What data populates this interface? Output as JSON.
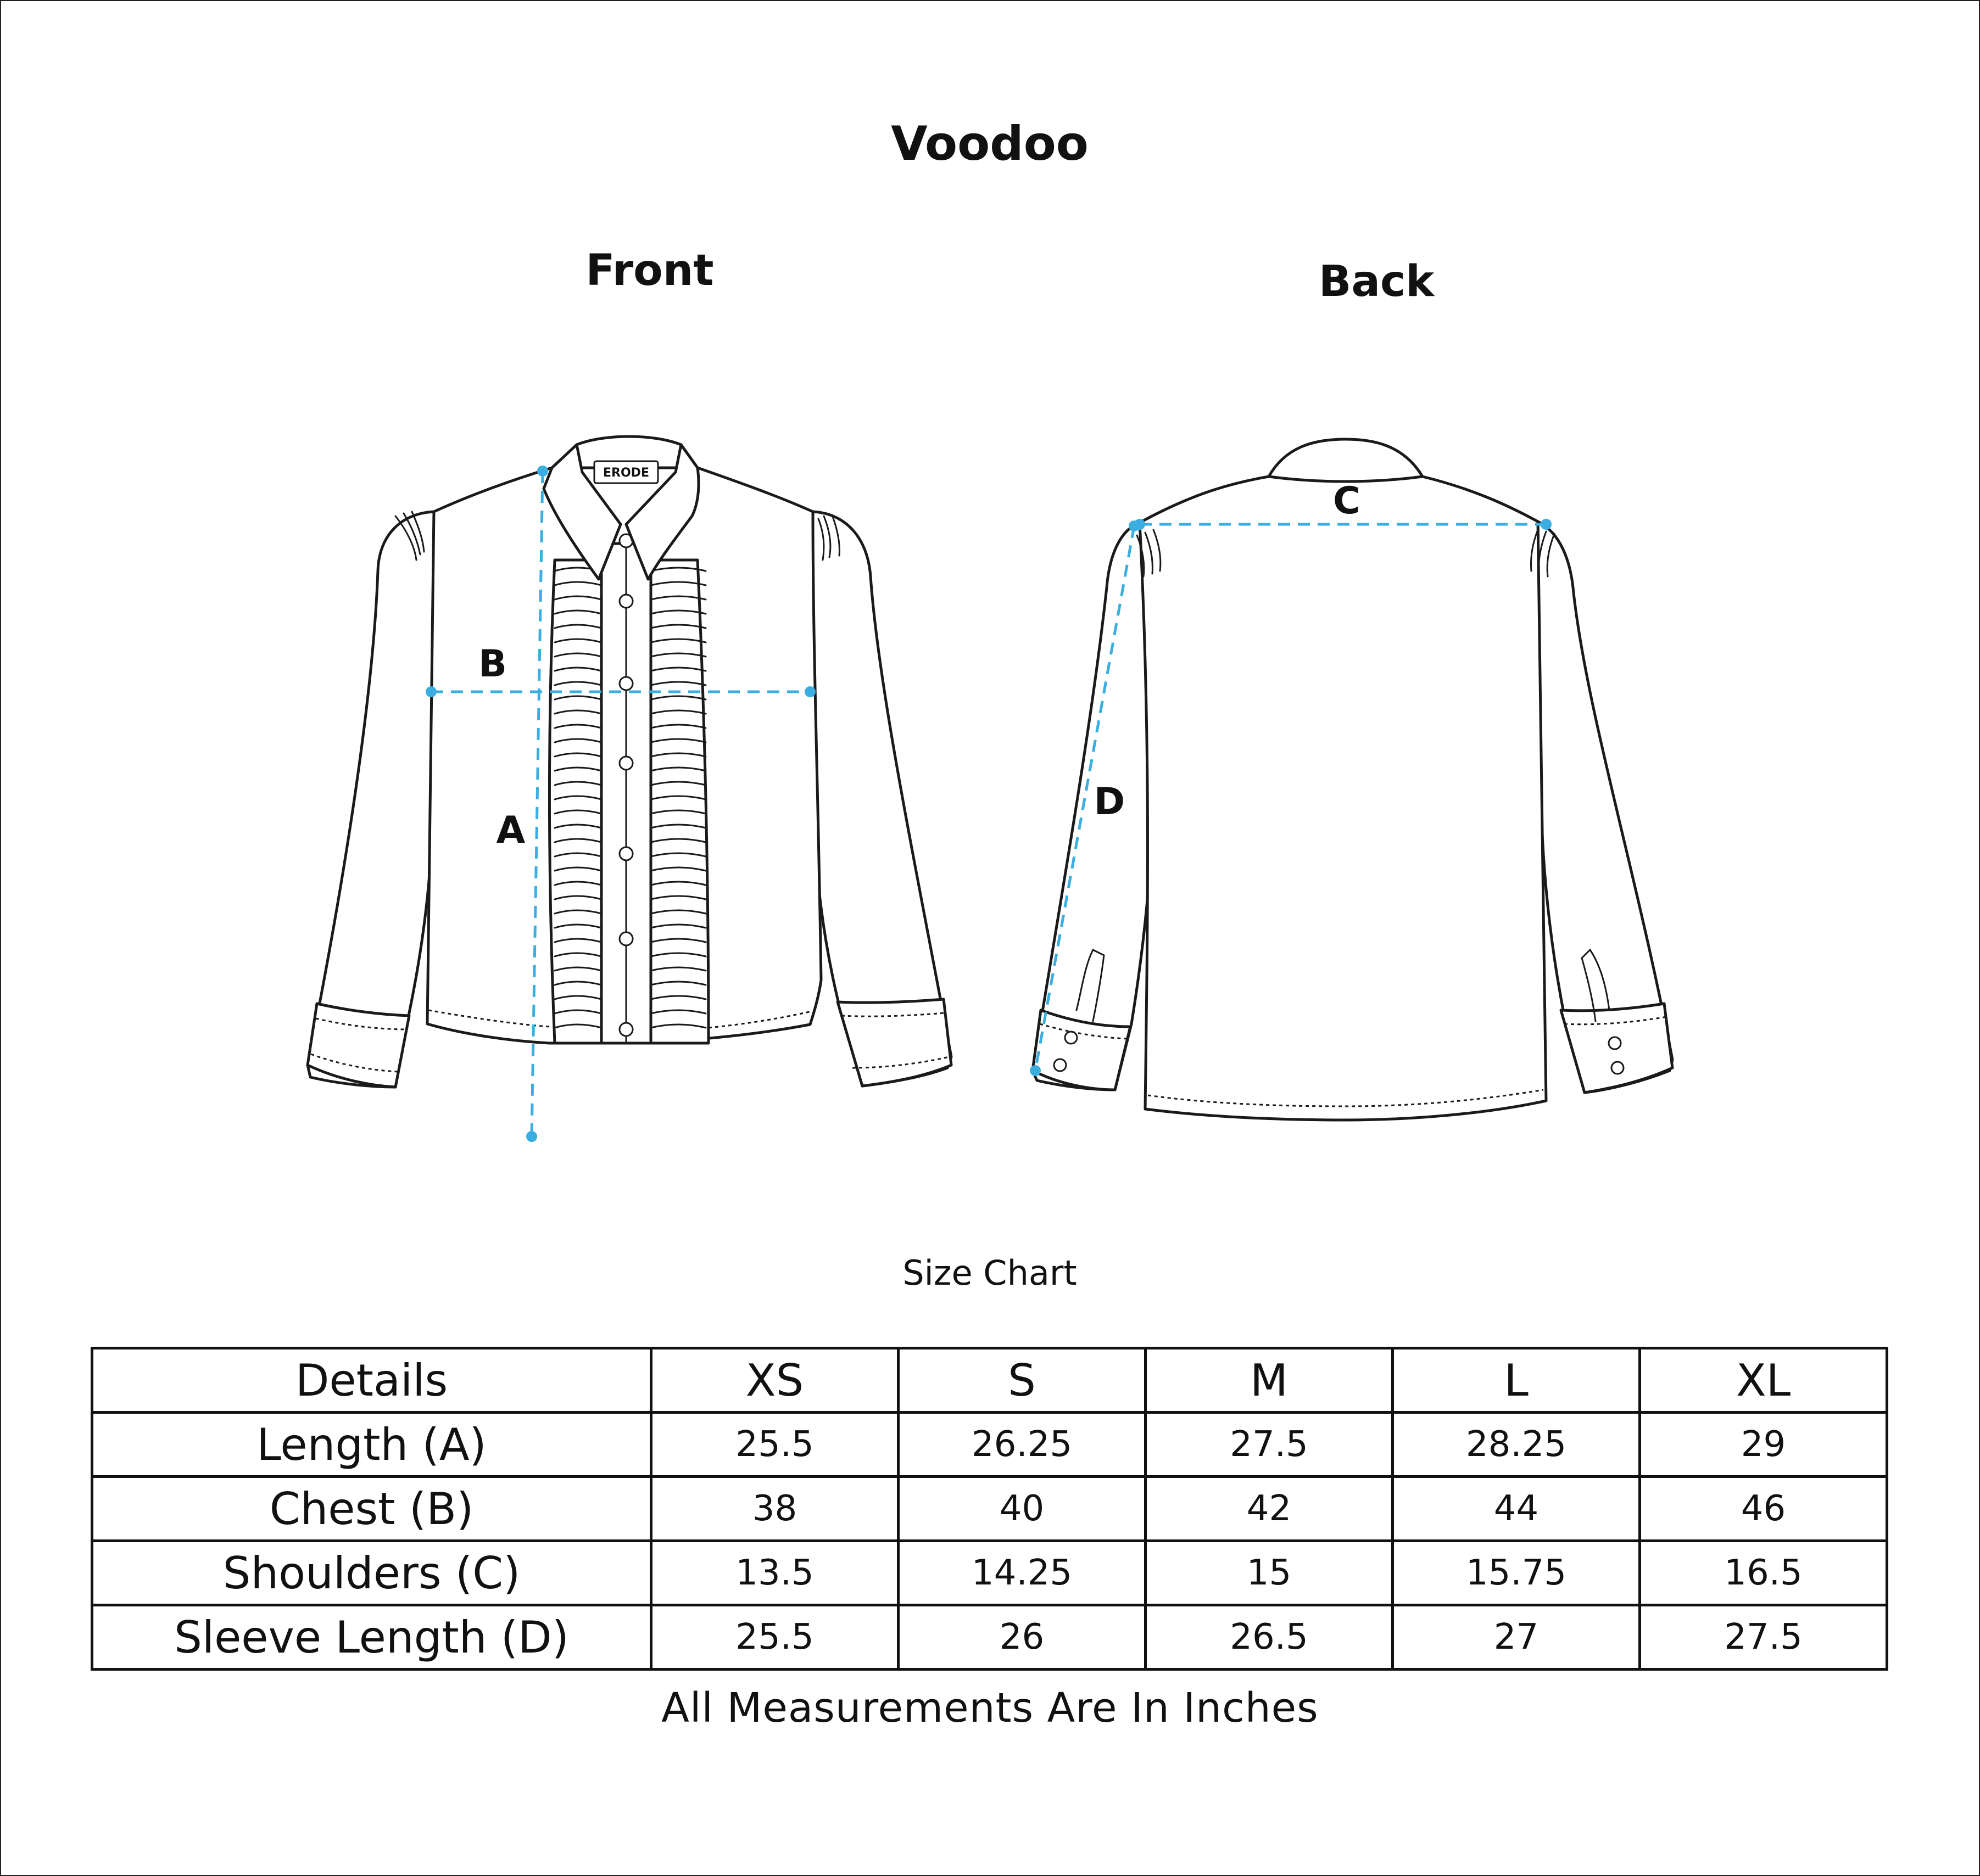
{
  "title": "Voodoo",
  "views": {
    "front": "Front",
    "back": "Back"
  },
  "brand_tag": "ERODE",
  "measure_labels": {
    "a": "A",
    "b": "B",
    "c": "C",
    "d": "D"
  },
  "size_chart_title": "Size Chart",
  "table": {
    "headers": [
      "Details",
      "XS",
      "S",
      "M",
      "L",
      "XL"
    ],
    "rows": [
      {
        "label": "Length (A)",
        "values": [
          "25.5",
          "26.25",
          "27.5",
          "28.25",
          "29"
        ]
      },
      {
        "label": "Chest (B)",
        "values": [
          "38",
          "40",
          "42",
          "44",
          "46"
        ]
      },
      {
        "label": "Shoulders (C)",
        "values": [
          "13.5",
          "14.25",
          "15",
          "15.75",
          "16.5"
        ]
      },
      {
        "label": "Sleeve Length (D)",
        "values": [
          "25.5",
          "26",
          "26.5",
          "27",
          "27.5"
        ]
      }
    ]
  },
  "footnote": "All Measurements Are In Inches",
  "colors": {
    "measure_line": "#3aaee0",
    "outline": "#1a1a1a",
    "background": "#ffffff"
  }
}
